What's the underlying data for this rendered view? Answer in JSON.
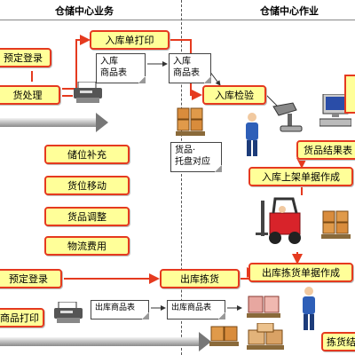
{
  "headers": {
    "left": "仓储中心业务",
    "right": "仓储中心作业"
  },
  "left_boxes": [
    {
      "label": "预定登录"
    },
    {
      "label": "货处理"
    },
    {
      "label": "储位补充"
    },
    {
      "label": "货位移动"
    },
    {
      "label": "货品调整"
    },
    {
      "label": "物流费用"
    },
    {
      "label": "预定登录"
    },
    {
      "label": "商品打印"
    }
  ],
  "right_boxes": [
    {
      "label": "入库单打印"
    },
    {
      "label": "入库检验"
    },
    {
      "label": "货品结果表"
    },
    {
      "label": "入库上架单据作成"
    },
    {
      "label": "出库拣货单据作成"
    },
    {
      "label": "出库拣货"
    },
    {
      "label": "拣货结"
    }
  ],
  "documents": {
    "inbound_list_1": [
      "入库",
      "商品表"
    ],
    "inbound_list_2": [
      "入库",
      "商品表"
    ],
    "goods_pallet": [
      "货品·",
      "托盘对应"
    ],
    "outbound_list_1": "出库商品表",
    "outbound_list_2": "出库商品表"
  },
  "colors": {
    "box_fill": "#ffff99",
    "box_border": "#e53a1f",
    "flow_arrow": "#e53a1f"
  }
}
